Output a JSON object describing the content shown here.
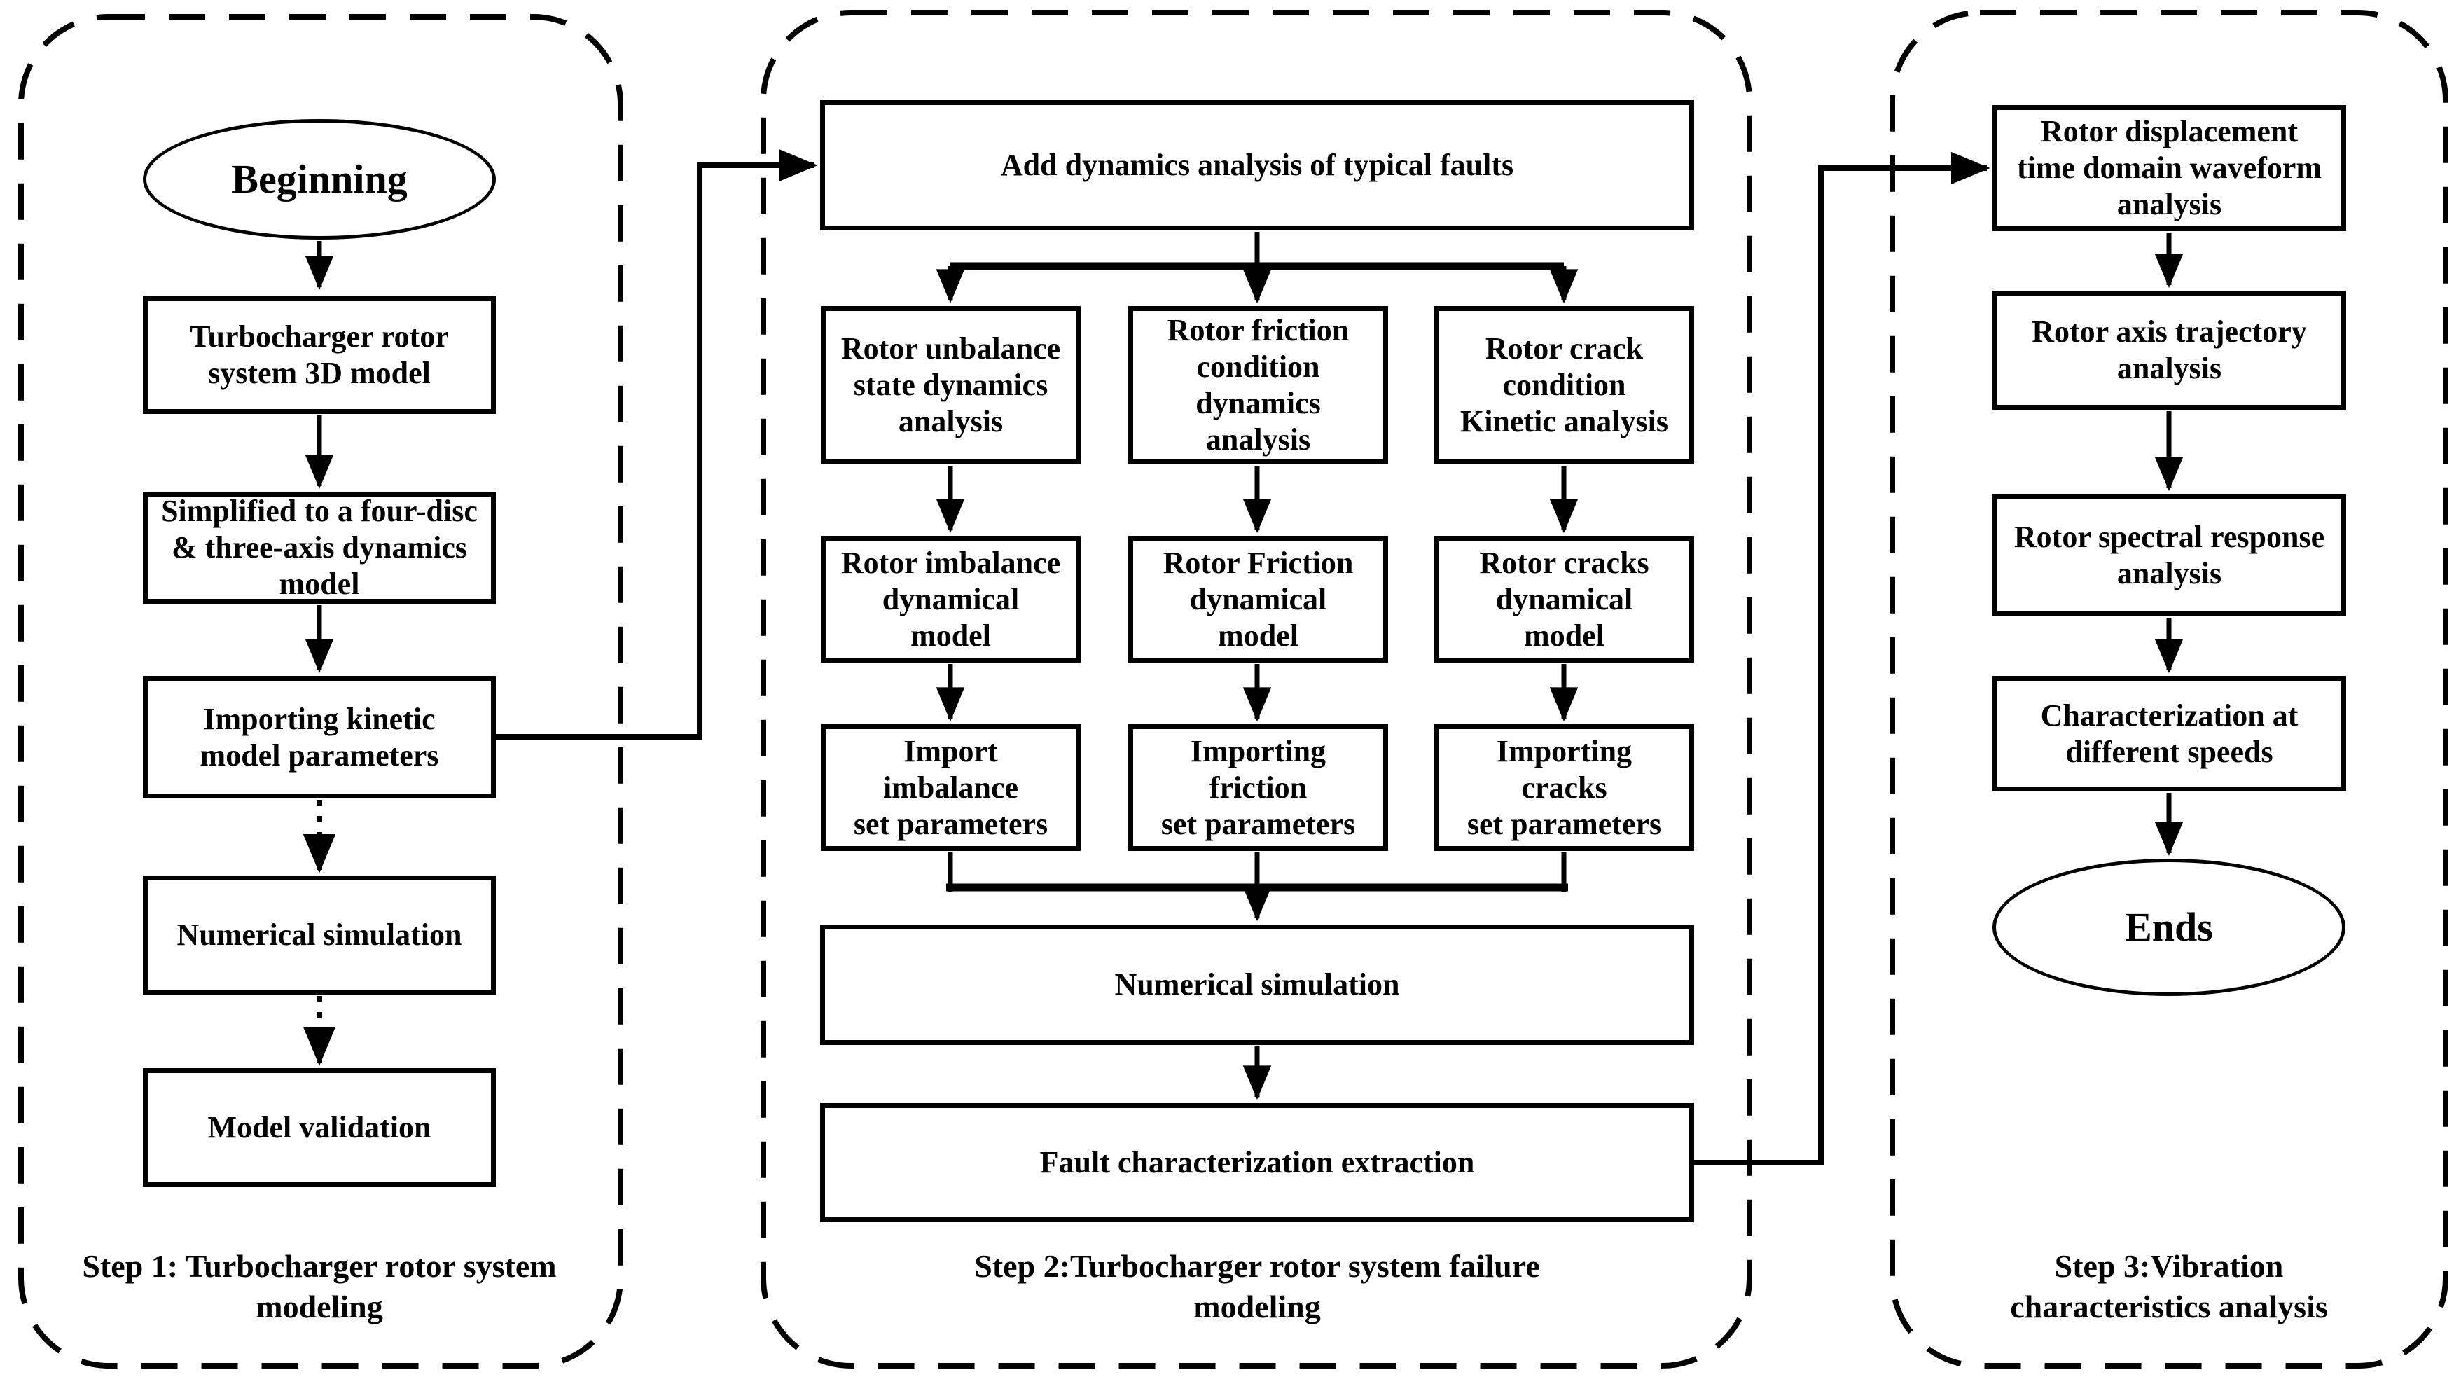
{
  "colors": {
    "ink": "#000000",
    "background": "#ffffff"
  },
  "step1": {
    "caption": "Step 1: Turbocharger rotor system\nmodeling",
    "start_label": "Beginning",
    "box_3d_model": "Turbocharger rotor\nsystem 3D model",
    "box_simplified": "Simplified to a four-disc\n& three-axis dynamics\nmodel",
    "box_importing": "Importing kinetic\nmodel parameters",
    "box_simulation": "Numerical simulation",
    "box_validation": "Model validation"
  },
  "step2": {
    "caption": "Step 2:Turbocharger rotor system failure\nmodeling",
    "box_header": "Add dynamics analysis of typical faults",
    "col_unbalance": {
      "analysis": "Rotor unbalance\nstate dynamics\nanalysis",
      "model": "Rotor imbalance\ndynamical\nmodel",
      "parameters": "Import\nimbalance\nset parameters"
    },
    "col_friction": {
      "analysis": "Rotor friction\ncondition\ndynamics\nanalysis",
      "model": "Rotor Friction\ndynamical\nmodel",
      "parameters": "Importing\nfriction\nset parameters"
    },
    "col_crack": {
      "analysis": "Rotor crack\ncondition\nKinetic analysis",
      "model": "Rotor cracks\ndynamical\nmodel",
      "parameters": "Importing\ncracks\nset parameters"
    },
    "box_simulation": "Numerical simulation",
    "box_extraction": "Fault characterization extraction"
  },
  "step3": {
    "caption": "Step 3:Vibration\ncharacteristics analysis",
    "box_waveform": "Rotor displacement\ntime domain waveform\nanalysis",
    "box_trajectory": "Rotor axis trajectory\nanalysis",
    "box_spectral": "Rotor spectral response\nanalysis",
    "box_speeds": "Characterization at\ndifferent speeds",
    "end_label": "Ends"
  }
}
